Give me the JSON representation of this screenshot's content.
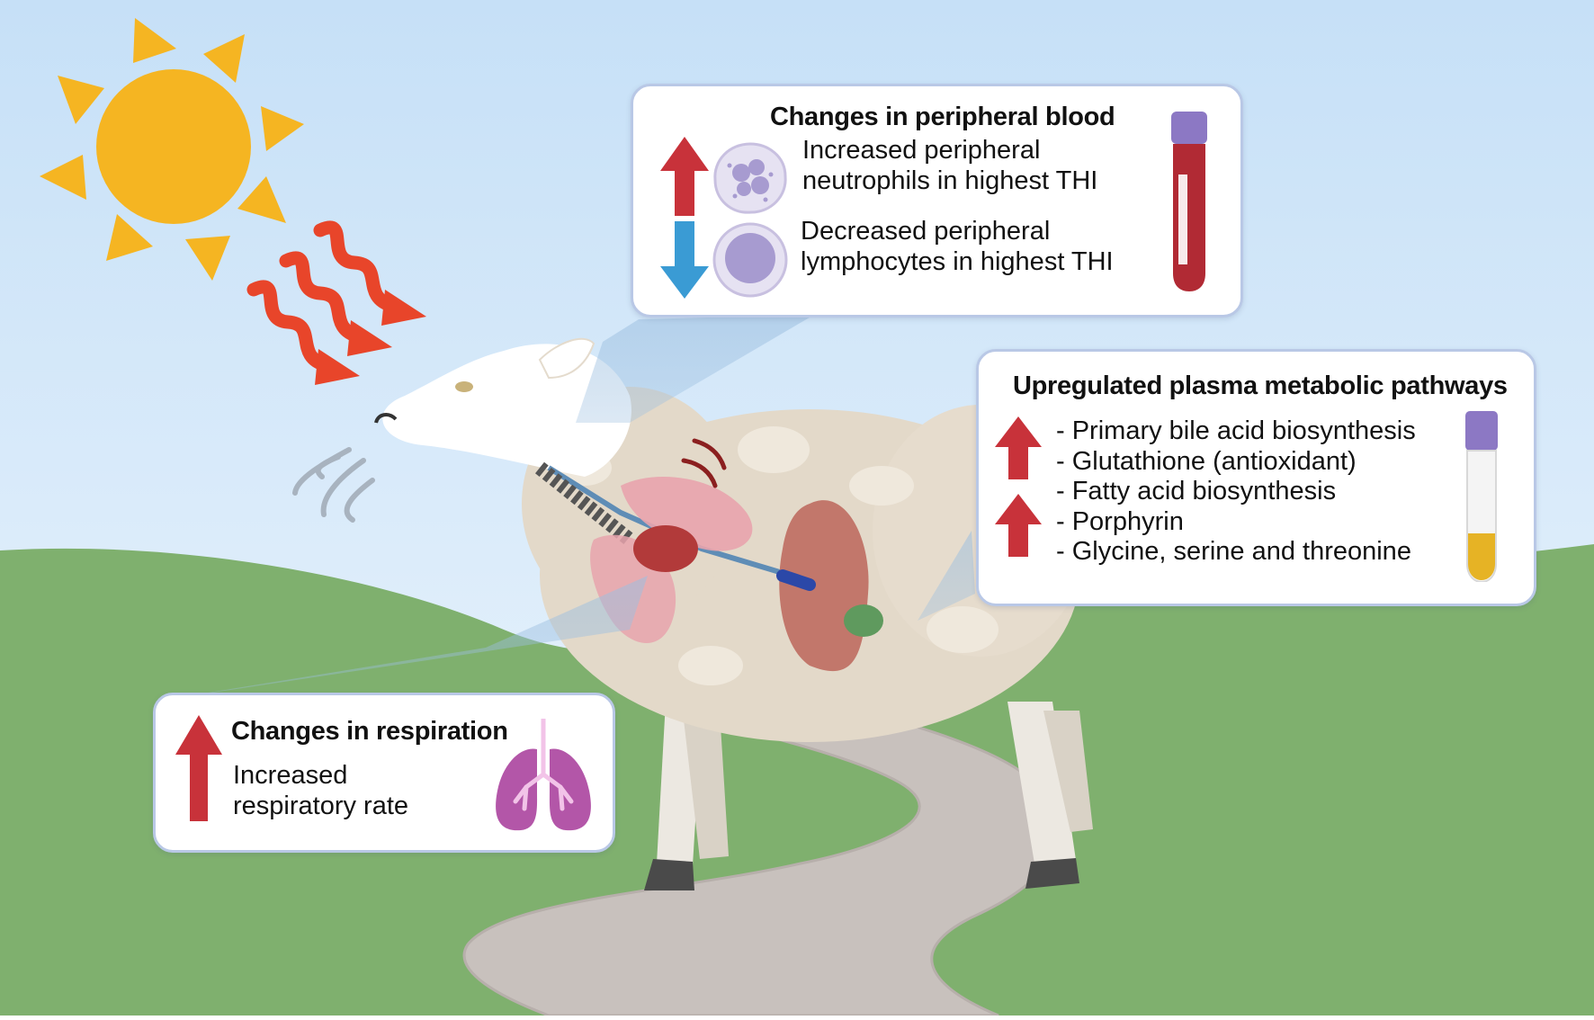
{
  "blood_panel": {
    "title": "Changes in peripheral blood",
    "neutrophil_line1": "Increased peripheral",
    "neutrophil_line2": "neutrophils in highest THI",
    "lymphocyte_line1": "Decreased peripheral",
    "lymphocyte_line2": "lymphocytes in highest THI",
    "icons": [
      "up-arrow-icon",
      "neutrophil-cell-icon",
      "down-arrow-icon",
      "lymphocyte-cell-icon",
      "blood-tube-icon"
    ]
  },
  "metabolic_panel": {
    "title": "Upregulated plasma metabolic pathways",
    "items": [
      "- Primary bile acid biosynthesis",
      "- Glutathione (antioxidant)",
      "- Fatty acid biosynthesis",
      "- Porphyrin",
      "- Glycine, serine and threonine"
    ],
    "icons": [
      "up-arrow-icon",
      "up-arrow-icon",
      "plasma-tube-icon"
    ]
  },
  "respiration_panel": {
    "title": "Changes in respiration",
    "line1": "Increased",
    "line2": "respiratory rate",
    "icons": [
      "up-arrow-icon",
      "lungs-icon"
    ]
  },
  "scene": {
    "elements": [
      "sun-icon",
      "heat-wave-arrows",
      "breath-icon",
      "sheep-illustration",
      "lungs-organ",
      "liver-organ",
      "stomach-organ",
      "hill",
      "path"
    ]
  },
  "colors": {
    "up_arrow": "#c8323a",
    "down_arrow": "#3a9bd4",
    "sun": "#f5b522",
    "heat_arrows": "#e8452a",
    "sky_top": "#c6e0f7",
    "sky_bottom": "#eef6fd",
    "grass": "#7fb06e",
    "path": "#c8c1bd",
    "panel_border": "#b9c8e6",
    "lungs_icon": "#b356a8"
  }
}
